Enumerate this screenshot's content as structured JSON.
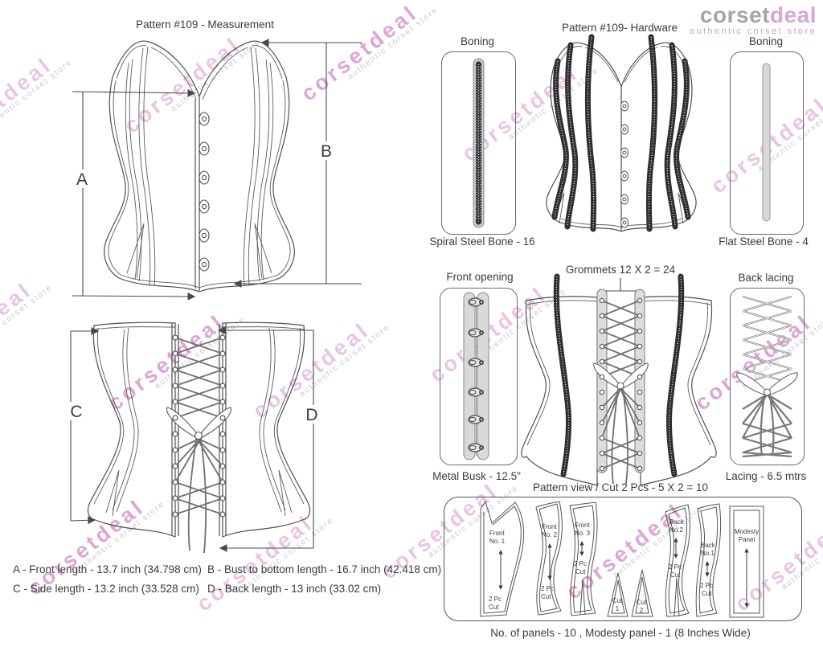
{
  "logo": {
    "brand_gray": "corset",
    "brand_pink": "deal",
    "tagline": "authentic corset store"
  },
  "watermark": {
    "brand": "corsetdeal",
    "tagline": "authentic corset store"
  },
  "colors": {
    "watermark_pink": "#e8c6e3",
    "watermark_bright": "#dda6d6",
    "logo_gray": "#a6a6a6",
    "logo_pink": "#d9a6d7",
    "line": "#4a4a4a"
  },
  "measurement": {
    "title": "Pattern #109 -  Measurement",
    "letters": {
      "a": "A",
      "b": "B",
      "c": "C",
      "d": "D"
    },
    "dims": {
      "a": "A - Front length - 13.7 inch (34.798 cm)",
      "b": "B - Bust to bottom length - 16.7 inch (42.418 cm)",
      "c": "C - Side length - 13.2 inch (33.528 cm)",
      "d": "D - Back length - 13 inch (33.02 cm)"
    }
  },
  "hardware": {
    "title": "Pattern #109-  Hardware",
    "boning_left": {
      "label": "Boning",
      "caption": "Spiral Steel Bone - 16"
    },
    "boning_right": {
      "label": "Boning",
      "caption": "Flat Steel Bone - 4"
    },
    "grommets_label": "Grommets 12 X 2 = 24",
    "front_opening": {
      "label": "Front opening",
      "caption": "Metal Busk - 12.5\""
    },
    "back_lacing": {
      "label": "Back lacing",
      "caption": "Lacing - 6.5 mtrs"
    }
  },
  "pattern_view": {
    "title": "Pattern view  /  Cut 2 Pcs - 5 X 2 = 10",
    "footer": "No. of panels - 10  , Modesty panel - 1 (8 Inches Wide)",
    "pieces": {
      "front1": {
        "l1": "Front",
        "l2": "No. 1",
        "c1": "2 Pc",
        "c2": "Cut"
      },
      "front2": {
        "l1": "Front",
        "l2": "No. 2",
        "c1": "2 Pc",
        "c2": "Cut"
      },
      "front3": {
        "l1": "Front",
        "l2": "No. 3",
        "c1": "2 Pc",
        "c2": "Cut"
      },
      "cut1": {
        "l1": "Cut",
        "l2": "1"
      },
      "cut2": {
        "l1": "Cut",
        "l2": "2"
      },
      "back2": {
        "l1": "Back",
        "l2": "No.2",
        "c1": "2 Pc",
        "c2": "Cut"
      },
      "back1": {
        "l1": "Back",
        "l2": "No.1",
        "c1": "2 Pc",
        "c2": "Cut"
      },
      "modesty": {
        "l1": "Modesty",
        "l2": "Panel"
      }
    }
  }
}
